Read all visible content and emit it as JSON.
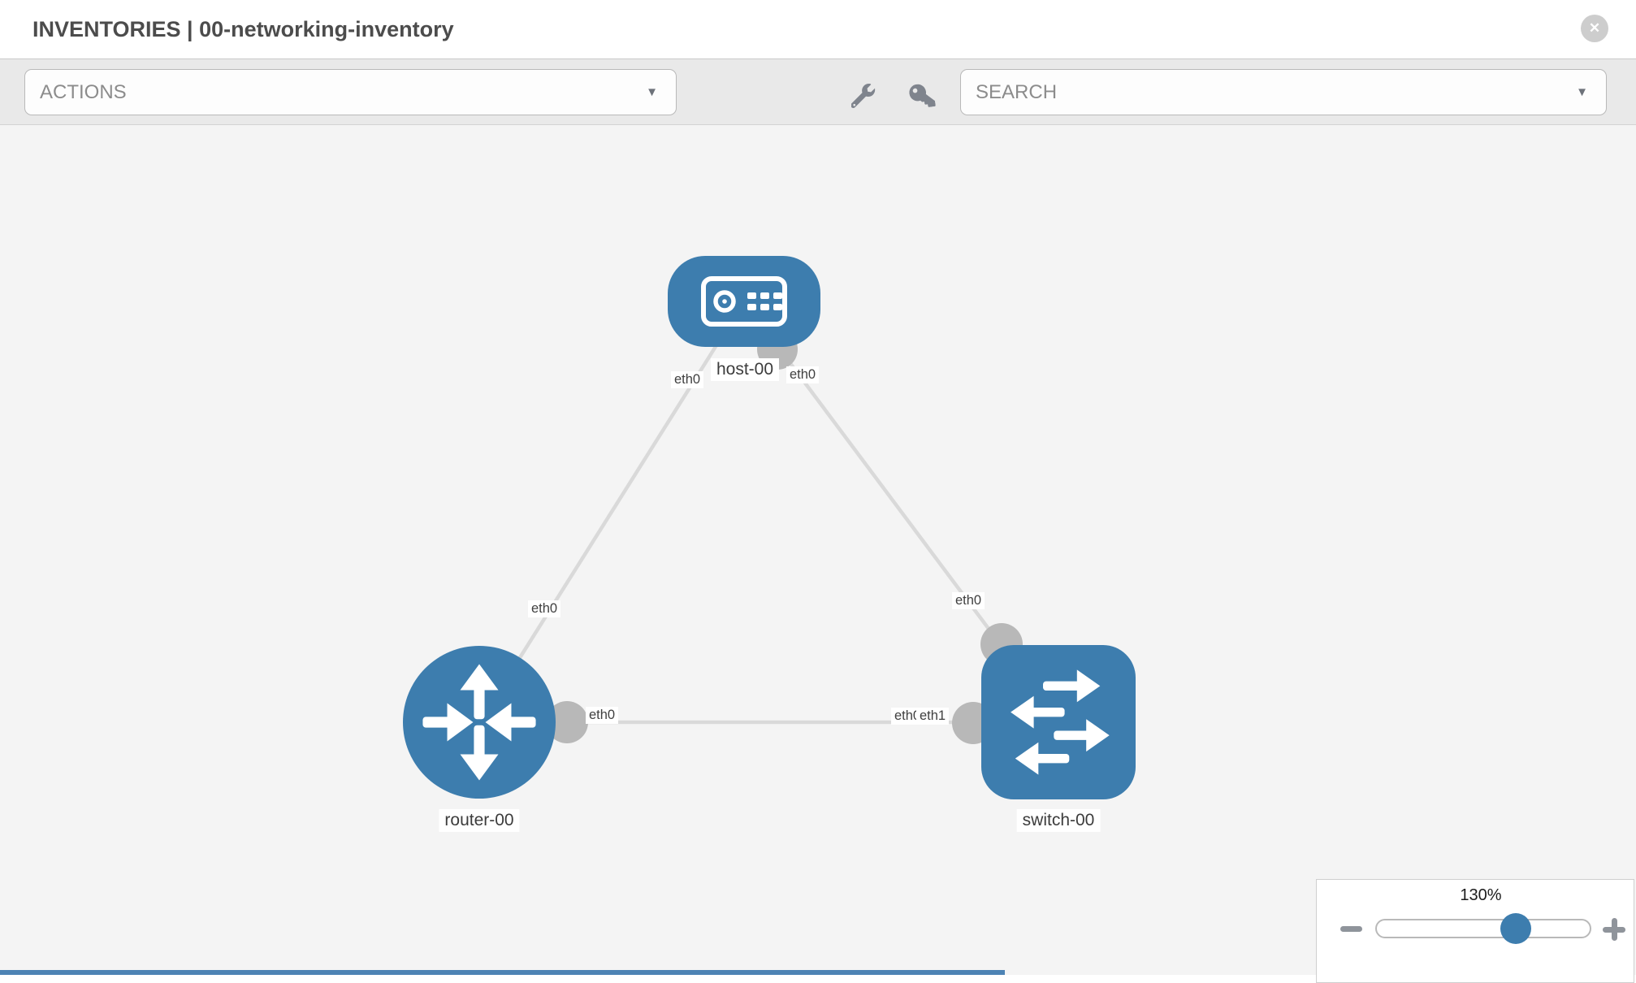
{
  "header": {
    "title": "INVENTORIES | 00-networking-inventory",
    "close_glyph": "✕"
  },
  "toolbar": {
    "actions_placeholder": "ACTIONS",
    "search_placeholder": "SEARCH",
    "caret_glyph": "▼",
    "wrench_icon": "wrench",
    "key_icon": "key"
  },
  "topology": {
    "nodes": [
      {
        "label": "host-00",
        "type": "host"
      },
      {
        "label": "router-00",
        "type": "router"
      },
      {
        "label": "switch-00",
        "type": "switch"
      }
    ],
    "links": [
      {
        "from": "host-00",
        "from_iface": "eth0",
        "to": "router-00",
        "to_iface": "eth0"
      },
      {
        "from": "host-00",
        "from_iface": "eth0",
        "to": "switch-00",
        "to_iface": "eth0"
      },
      {
        "from": "router-00",
        "from_iface": "eth0",
        "to": "switch-00",
        "to_iface": "eth1",
        "to_iface_overlapped": "eth0"
      }
    ]
  },
  "zoom_control": {
    "value": "130%",
    "minus_glyph": "-",
    "plus_glyph": "+"
  },
  "colors": {
    "node_blue": "#3d7dae",
    "link_gray": "#d9d9d9",
    "endpoint_gray": "#b8b8b8",
    "canvas_bg": "#f4f4f4",
    "accent_strip": "#4d83b4"
  }
}
